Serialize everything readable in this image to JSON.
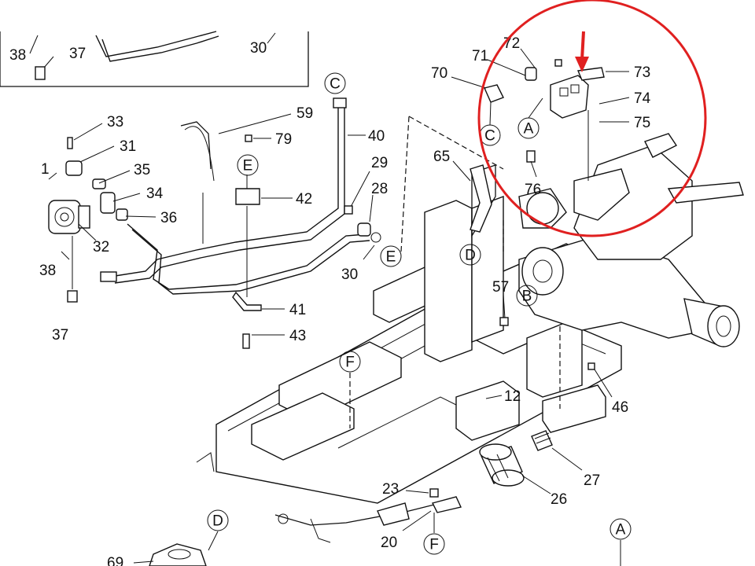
{
  "callouts": {
    "c38a": "38",
    "c37a": "37",
    "c30a": "30",
    "c33": "33",
    "c31": "31",
    "c35": "35",
    "c34": "34",
    "c36": "36",
    "c1": "1",
    "c32": "32",
    "c38b": "38",
    "c37b": "37",
    "c59": "59",
    "c79": "79",
    "c40": "40",
    "c42": "42",
    "c29": "29",
    "c28": "28",
    "c30b": "30",
    "c41": "41",
    "c43": "43",
    "c65": "65",
    "c57": "57",
    "c72": "72",
    "c71": "71",
    "c70": "70",
    "c73": "73",
    "c74": "74",
    "c75": "75",
    "c76": "76",
    "c12": "12",
    "c46": "46",
    "c23": "23",
    "c20": "20",
    "c26": "26",
    "c27": "27",
    "c69": "69"
  },
  "refs": {
    "rC1": "C",
    "rE1": "E",
    "rE2": "E",
    "rD1": "D",
    "rB1": "B",
    "rA1": "A",
    "rC2": "C",
    "rF1": "F",
    "rF2": "F",
    "rD2": "D",
    "rA2": "A"
  },
  "highlight": {
    "color": "#e02020",
    "arrow_color": "#e02020"
  }
}
